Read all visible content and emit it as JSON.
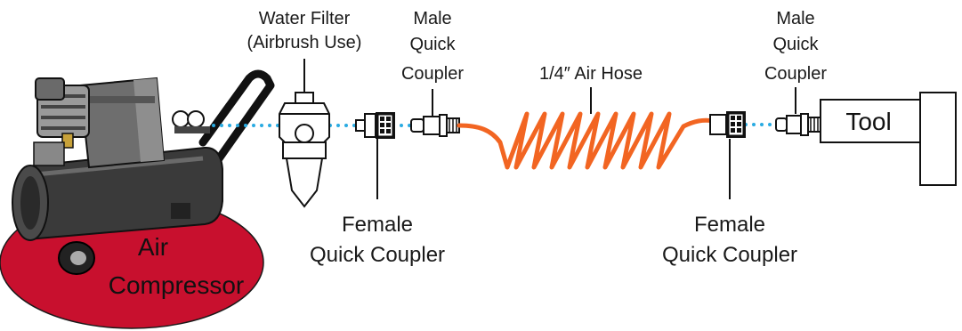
{
  "labels": {
    "water_filter_line1": "Water Filter",
    "water_filter_line2": "(Airbrush Use)",
    "male_coupler_1_line1": "Male",
    "male_coupler_1_line2": "Quick",
    "male_coupler_1_line3": "Coupler",
    "air_hose": "1/4″ Air Hose",
    "male_coupler_2_line1": "Male",
    "male_coupler_2_line2": "Quick",
    "male_coupler_2_line3": "Coupler",
    "female_coupler_1_line1": "Female",
    "female_coupler_1_line2": "Quick Coupler",
    "female_coupler_2_line1": "Female",
    "female_coupler_2_line2": "Quick Coupler",
    "tool": "Tool",
    "compressor_line1": "Air",
    "compressor_line2": "Compressor"
  },
  "colors": {
    "compressor_base": "#c8102e",
    "hose": "#f26522",
    "air_flow": "#29abe2",
    "outline": "#1a1a1a"
  }
}
